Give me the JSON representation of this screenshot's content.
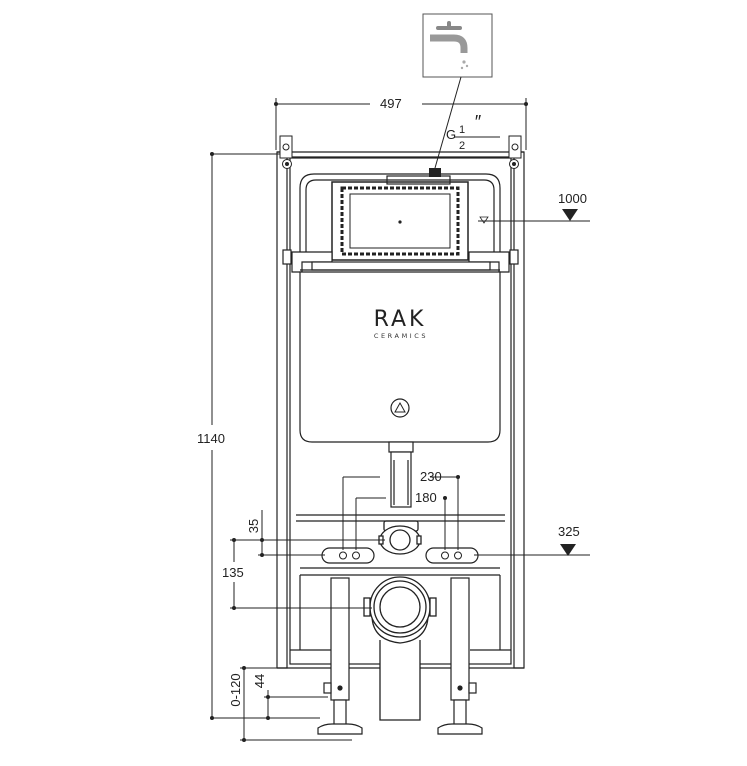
{
  "brand": {
    "name": "RAK",
    "subtitle": "CERAMICS"
  },
  "dimensions": {
    "width": "497",
    "height": "1140",
    "flush_height": "1000",
    "outlet_height": "325",
    "spacing_outer": "230",
    "spacing_inner": "180",
    "offset_small": "35",
    "offset_drain": "135",
    "feet_adjust": "0-120",
    "feet_base": "44"
  },
  "water_inlet": {
    "thread_prefix": "G",
    "thread_num": "1",
    "thread_den": "2",
    "thread_mark": "″",
    "icon": "water-tap-icon"
  },
  "colors": {
    "line": "#222222",
    "panel": "#ffffff",
    "frame": "#2a2a2a"
  }
}
